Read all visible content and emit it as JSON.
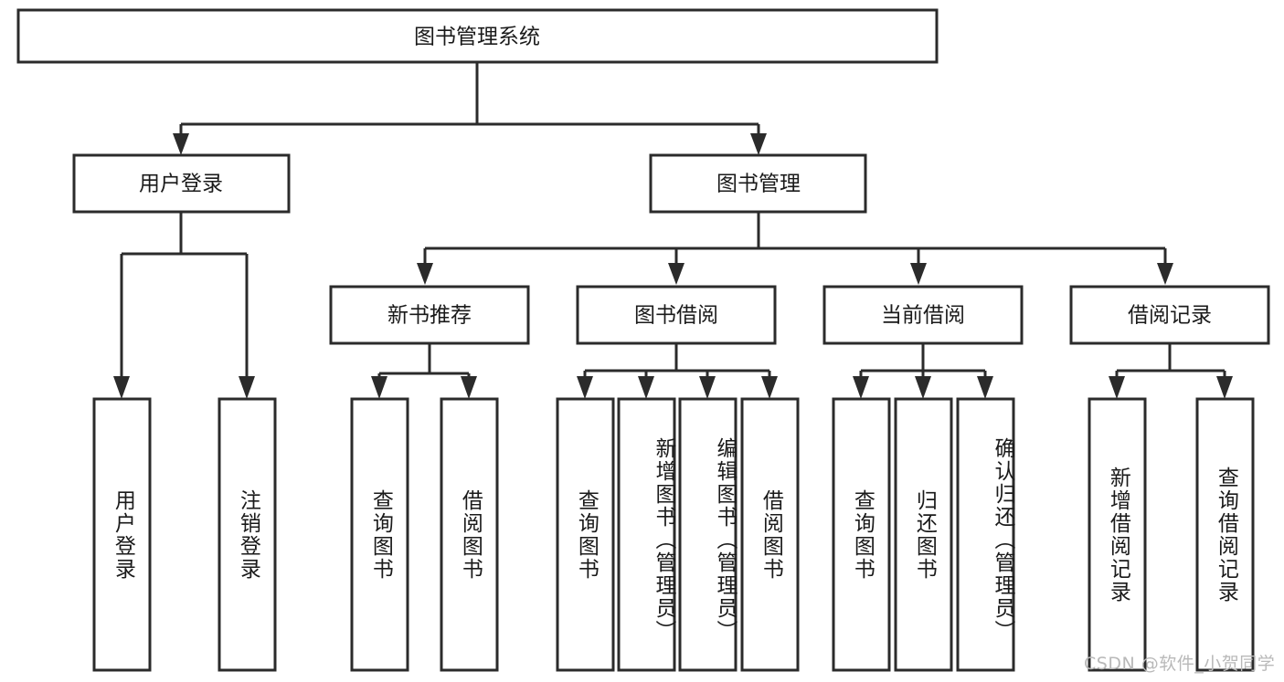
{
  "diagram": {
    "type": "tree-hierarchy",
    "title": "图书管理系统",
    "watermark": "CSDN @软件_小贺同学",
    "colors": {
      "stroke": "#2b2b2b",
      "fill": "#ffffff",
      "text": "#1a1a1a",
      "watermark": "#b9b9b9",
      "background": "#ffffff"
    },
    "levels": [
      {
        "level": 1,
        "nodes": [
          {
            "id": "root",
            "label": "图书管理系统",
            "orientation": "horizontal"
          }
        ]
      },
      {
        "level": 2,
        "nodes": [
          {
            "id": "user-login",
            "label": "用户登录",
            "orientation": "horizontal",
            "parent": "root"
          },
          {
            "id": "book-manage",
            "label": "图书管理",
            "orientation": "horizontal",
            "parent": "root"
          }
        ]
      },
      {
        "level": 3,
        "nodes": [
          {
            "id": "new-book-rec",
            "label": "新书推荐",
            "orientation": "horizontal",
            "parent": "book-manage"
          },
          {
            "id": "book-borrow",
            "label": "图书借阅",
            "orientation": "horizontal",
            "parent": "book-manage"
          },
          {
            "id": "current-borrow",
            "label": "当前借阅",
            "orientation": "horizontal",
            "parent": "book-manage"
          },
          {
            "id": "borrow-record",
            "label": "借阅记录",
            "orientation": "horizontal",
            "parent": "book-manage"
          }
        ]
      },
      {
        "level": 4,
        "nodes": [
          {
            "id": "leaf-user-login",
            "label": "用户登录",
            "orientation": "vertical",
            "parent": "user-login",
            "align": "middle"
          },
          {
            "id": "leaf-user-logout",
            "label": "注销登录",
            "orientation": "vertical",
            "parent": "user-login",
            "align": "middle"
          },
          {
            "id": "leaf-rec-query",
            "label": "查询图书",
            "orientation": "vertical",
            "parent": "new-book-rec",
            "align": "middle"
          },
          {
            "id": "leaf-rec-borrow",
            "label": "借阅图书",
            "orientation": "vertical",
            "parent": "new-book-rec",
            "align": "middle"
          },
          {
            "id": "leaf-borrow-query",
            "label": "查询图书",
            "orientation": "vertical",
            "parent": "book-borrow",
            "align": "middle"
          },
          {
            "id": "leaf-borrow-add",
            "label": "新增图书（管理员）",
            "orientation": "vertical",
            "parent": "book-borrow",
            "align": "top"
          },
          {
            "id": "leaf-borrow-edit",
            "label": "编辑图书（管理员）",
            "orientation": "vertical",
            "parent": "book-borrow",
            "align": "top"
          },
          {
            "id": "leaf-borrow-lend",
            "label": "借阅图书",
            "orientation": "vertical",
            "parent": "book-borrow",
            "align": "middle"
          },
          {
            "id": "leaf-cur-query",
            "label": "查询图书",
            "orientation": "vertical",
            "parent": "current-borrow",
            "align": "middle"
          },
          {
            "id": "leaf-cur-return",
            "label": "归还图书",
            "orientation": "vertical",
            "parent": "current-borrow",
            "align": "middle"
          },
          {
            "id": "leaf-cur-confirm",
            "label": "确认归还（管理员）",
            "orientation": "vertical",
            "parent": "current-borrow",
            "align": "top"
          },
          {
            "id": "leaf-rec-add",
            "label": "新增借阅记录",
            "orientation": "vertical",
            "parent": "borrow-record",
            "align": "middle"
          },
          {
            "id": "leaf-rec-query2",
            "label": "查询借阅记录",
            "orientation": "vertical",
            "parent": "borrow-record",
            "align": "middle"
          }
        ]
      }
    ]
  }
}
